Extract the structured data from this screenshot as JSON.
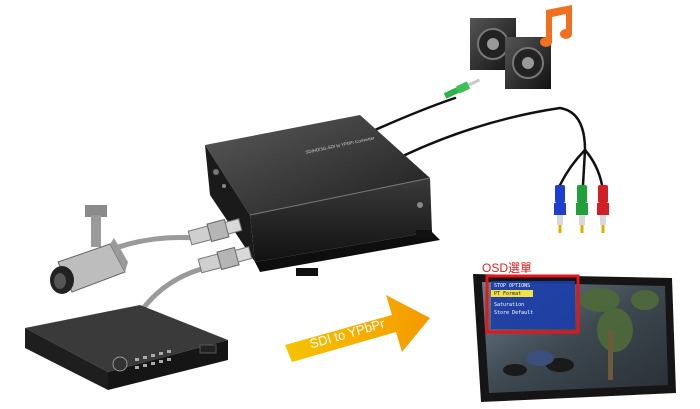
{
  "osd_label": "OSD選單",
  "arrow_label": "SDI to YPbPr",
  "converter_plate": "SD/HD/3G-SDI to YPbPr Converter",
  "osd_menu": {
    "header": "STOP OPTIONS",
    "items": [
      "PT Format",
      "Saturation",
      "Store Default"
    ],
    "highlighted": "PT Format"
  },
  "colors": {
    "arrow": "#f5b400",
    "osd_highlight": "#e8141c",
    "rca_y": "#1fa03a",
    "rca_pb": "#1c3fd0",
    "rca_pr": "#d21f26",
    "audio_plug": "#2fb24a"
  },
  "icons": [
    "speakers-icon",
    "music-note-icon",
    "cctv-camera-icon",
    "dvr-recorder-icon",
    "monitor-icon",
    "audio-jack-icon",
    "rca-plugs-icon",
    "bnc-connector-icon"
  ]
}
